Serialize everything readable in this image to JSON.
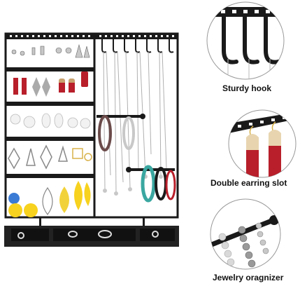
{
  "callouts": [
    {
      "label": "Sturdy hook",
      "icon": "sturdy-hook-closeup"
    },
    {
      "label": "Double earring slot",
      "icon": "earring-slot-closeup"
    },
    {
      "label": "Jewelry oragnizer",
      "icon": "bracelet-bar-closeup"
    }
  ],
  "colors": {
    "frame": "#1a1a1a",
    "tray": "#222222",
    "callout_ring": "#999999",
    "earring_yellow": "#f7d21e",
    "earring_red": "#b81f2a",
    "bead_turquoise": "#3aa7a0"
  }
}
